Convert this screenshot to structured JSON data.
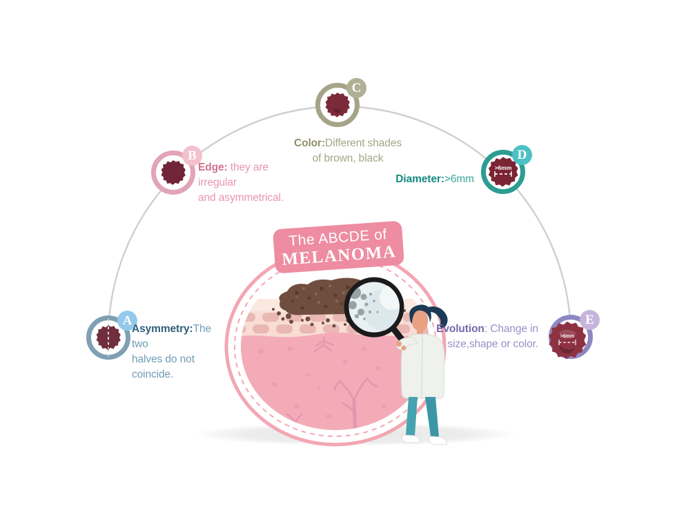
{
  "title": {
    "line1": "The ABCDE of",
    "line2": "MELANOMA",
    "bg_color": "#ee8ca1",
    "text_color": "#ffffff"
  },
  "arc_color": "#cfcfcf",
  "center_illustration": {
    "ring_color": "#f3a6b3",
    "epidermis_color": "#f8dcd5",
    "dermis_color": "#f4abb8",
    "melanoma_color": "#6f4e3f",
    "vessel_color": "#dd93ab"
  },
  "items": [
    {
      "letter": "A",
      "label": "Asymmetry:",
      "line1_rest": "The two",
      "line2": "halves do not coincide.",
      "ring_color": "#7fa0b2",
      "chip_color": "#93c9ea",
      "label_color": "#30607a",
      "desc_color": "#6f9cb6",
      "mole_color": "#702e3e"
    },
    {
      "letter": "B",
      "label": "Edge:",
      "line1_rest": " they are irregular",
      "line2": "and asymmetrical.",
      "ring_color": "#e2a4b6",
      "chip_color": "#f3c0ce",
      "label_color": "#d2708d",
      "desc_color": "#e795ab",
      "mole_color": "#702638"
    },
    {
      "letter": "C",
      "label": "Color:",
      "line1_rest": "Different shades",
      "line2": "of brown, black",
      "ring_color": "#a5a489",
      "chip_color": "#b1b095",
      "label_color": "#8f8e6d",
      "desc_color": "#a5a485",
      "mole_color": "#7b2a3a"
    },
    {
      "letter": "D",
      "label": "Diameter:",
      "line1_rest": ">6mm",
      "line2": "",
      "mole_label": ">6mm",
      "ring_color": "#2d9d93",
      "chip_color": "#4cc0c5",
      "label_color": "#148b80",
      "desc_color": "#3aa89c",
      "mole_color": "#7b2433"
    },
    {
      "letter": "E",
      "label": "Evolution",
      "line1_rest": ": Change in",
      "line2": "size,shape or color.",
      "mole_label": ">6mm",
      "ring_color": "#8e88c2",
      "chip_color": "#c5b5dc",
      "label_color": "#7568ae",
      "desc_color": "#9b8ec7",
      "mole_color": "#8e3242"
    }
  ]
}
